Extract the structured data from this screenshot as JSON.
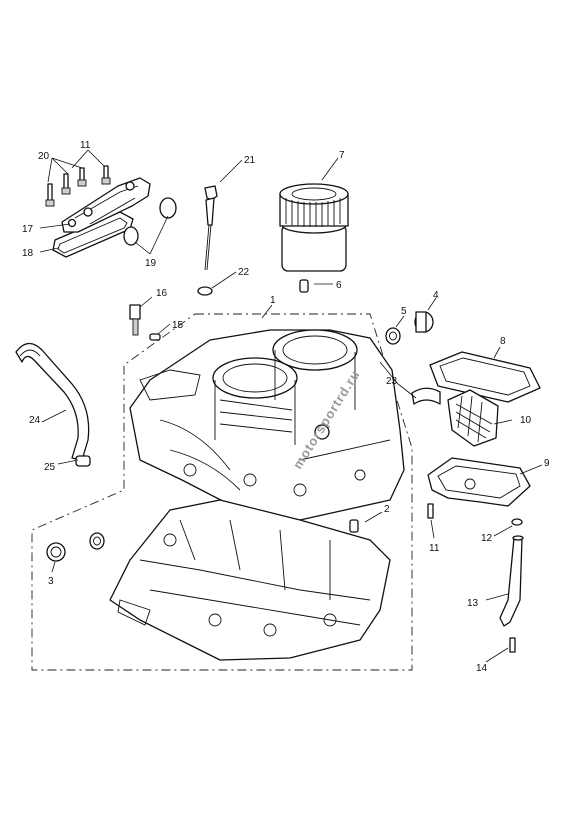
{
  "diagram": {
    "watermark": "motorsportrd.ru",
    "callouts": [
      "1",
      "2",
      "3",
      "4",
      "5",
      "6",
      "7",
      "8",
      "9",
      "10",
      "11",
      "11",
      "12",
      "13",
      "14",
      "15",
      "16",
      "17",
      "18",
      "19",
      "20",
      "21",
      "22",
      "23",
      "24",
      "25"
    ]
  }
}
